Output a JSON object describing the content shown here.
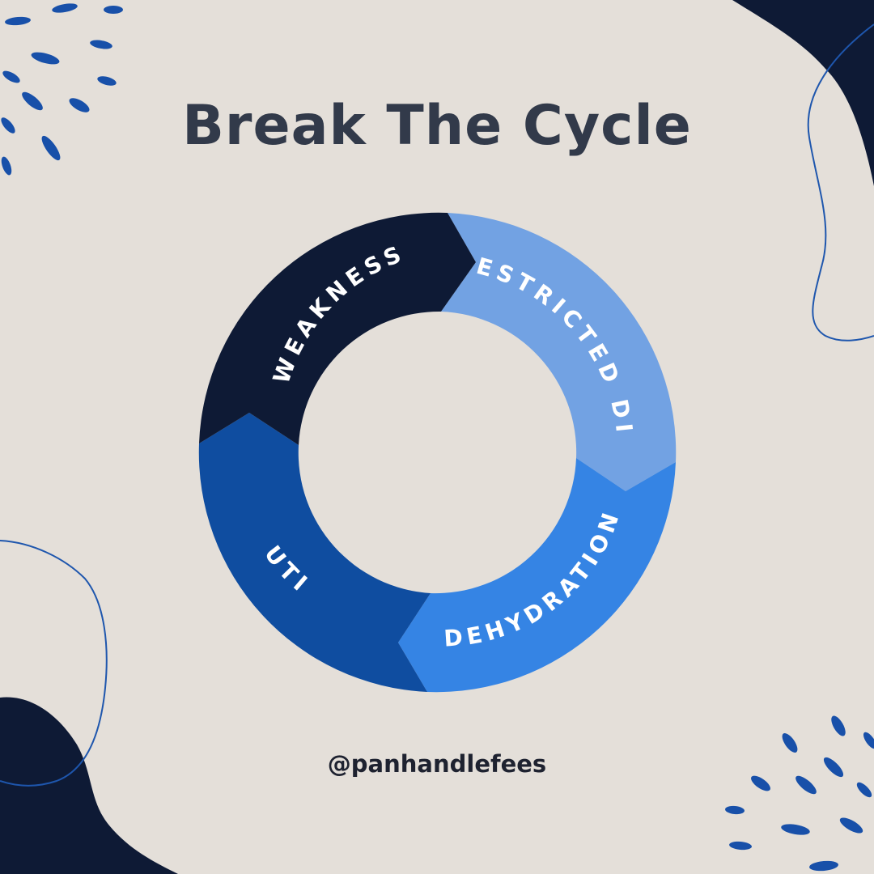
{
  "title": "Break The Cycle",
  "handle": "@panhandlefees",
  "cycle": {
    "segments": [
      {
        "label": "WEAKNESS",
        "color": "#0e1a35"
      },
      {
        "label": "RESTRICTED DIET",
        "color": "#72a2e3"
      },
      {
        "label": "DEHYDRATION",
        "color": "#3584e4"
      },
      {
        "label": "UTI",
        "color": "#0f4da0"
      }
    ]
  },
  "colors": {
    "background": "#e4dfd9",
    "navy": "#0e1a35",
    "accent_blue": "#1e56ad",
    "title_text": "#323a4a"
  }
}
